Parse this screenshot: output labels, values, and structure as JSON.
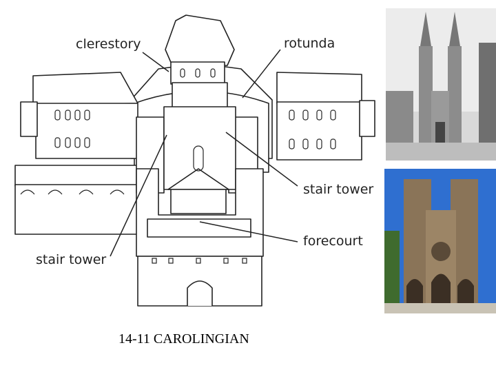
{
  "labels": {
    "clerestory": "clerestory",
    "rotunda": "rotunda",
    "stair_tower_right": "stair tower",
    "forecourt": "forecourt",
    "stair_tower_left": "stair tower"
  },
  "caption": "14-11 CAROLINGIAN",
  "images": [
    {
      "name": "twin-spire-church-photo",
      "kind": "black-and-white photograph"
    },
    {
      "name": "gothic-cathedral-facade-photo",
      "kind": "color photograph"
    }
  ]
}
